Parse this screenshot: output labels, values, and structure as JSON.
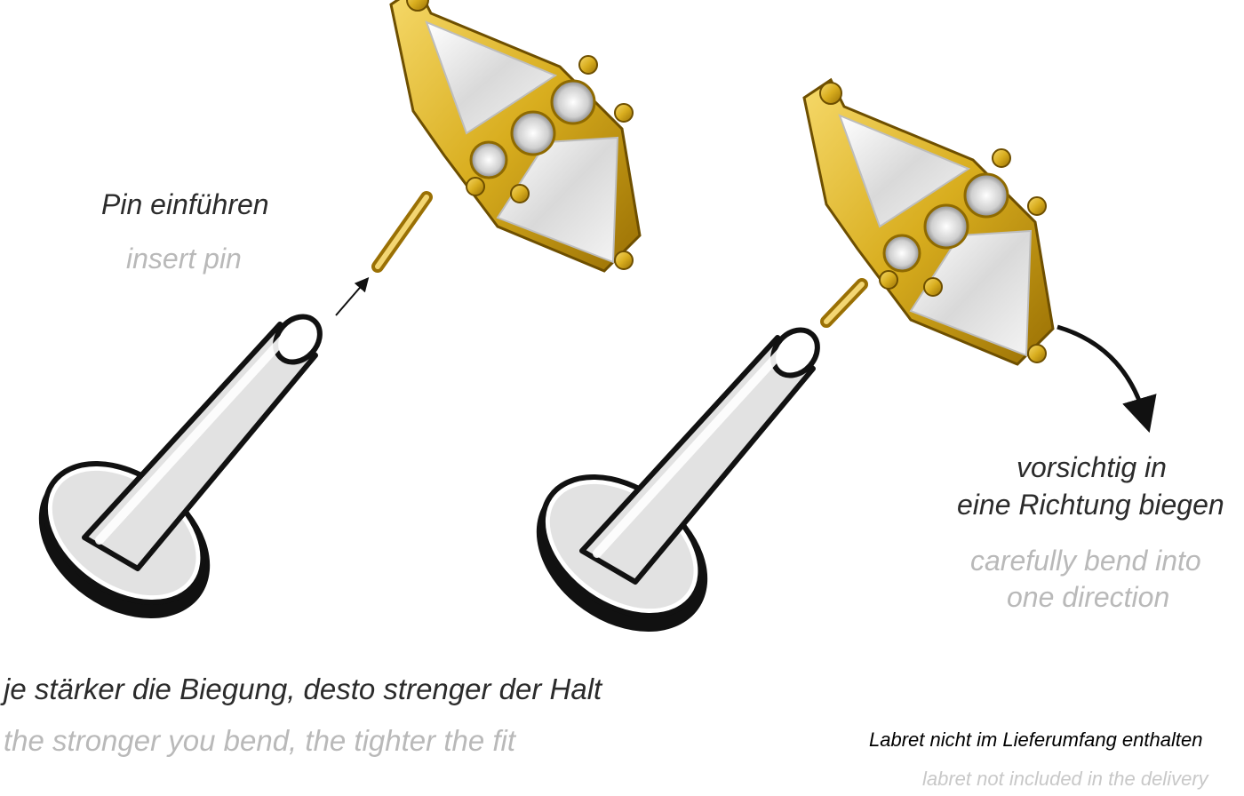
{
  "colors": {
    "gold_light": "#f6d96a",
    "gold_mid": "#d8ad1e",
    "gold_dark": "#9a7004",
    "outline": "#111111",
    "labret_fill": "#e2e2e2",
    "german_text": "#2b2b2b",
    "english_text": "#b9b9b9"
  },
  "step_insert": {
    "de": "Pin einführen",
    "en": "insert pin"
  },
  "step_bend": {
    "de_line1": "vorsichtig in",
    "de_line2": "eine Richtung biegen",
    "en_line1": "carefully bend into",
    "en_line2": "one direction"
  },
  "fit_note": {
    "de": "je stärker die Biegung, desto strenger der Halt",
    "en": "the stronger you bend, the tighter the fit"
  },
  "delivery_note": {
    "de": "Labret nicht im Lieferumfang enthalten",
    "en": "labret not included in the delivery"
  },
  "icons": [
    "labret-illustration",
    "gold-top-illustration",
    "insert-arrow-icon",
    "bend-arrow-icon"
  ]
}
